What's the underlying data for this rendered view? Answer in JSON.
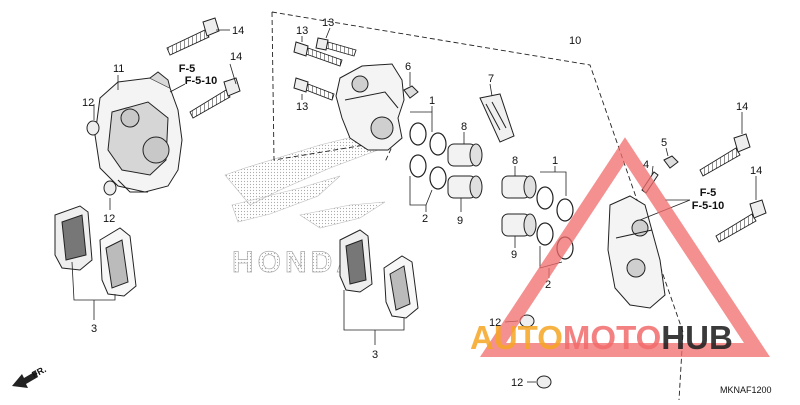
{
  "diagram": {
    "callouts": {
      "n14a": "14",
      "n14b": "14",
      "n14c": "14",
      "n14d": "14",
      "n13a": "13",
      "n13b": "13",
      "n13c": "13",
      "n10": "10",
      "n11": "11",
      "n12a": "12",
      "n12b": "12",
      "n12c": "12",
      "n12d": "12",
      "n6": "6",
      "n7": "7",
      "n5": "5",
      "n4": "4",
      "n1a": "1",
      "n1b": "1",
      "n8a": "8",
      "n8b": "8",
      "n2a": "2",
      "n2b": "2",
      "n9a": "9",
      "n9b": "9",
      "n3a": "3",
      "n3b": "3"
    },
    "refs": {
      "left_f5": "F-5",
      "left_f510": "F-5-10",
      "right_f5": "F-5",
      "right_f510": "F-5-10"
    },
    "front_label": "FR.",
    "diagram_code": "MKNAF1200",
    "brand_text": "HONDA"
  },
  "watermark": {
    "part1": "AUTO",
    "part2": "MOTO",
    "part3": "HUB",
    "color1": "#f5a623",
    "color2": "#f26b6b",
    "color3": "#1f1f1f",
    "triangle_color": "#f26b6b"
  }
}
